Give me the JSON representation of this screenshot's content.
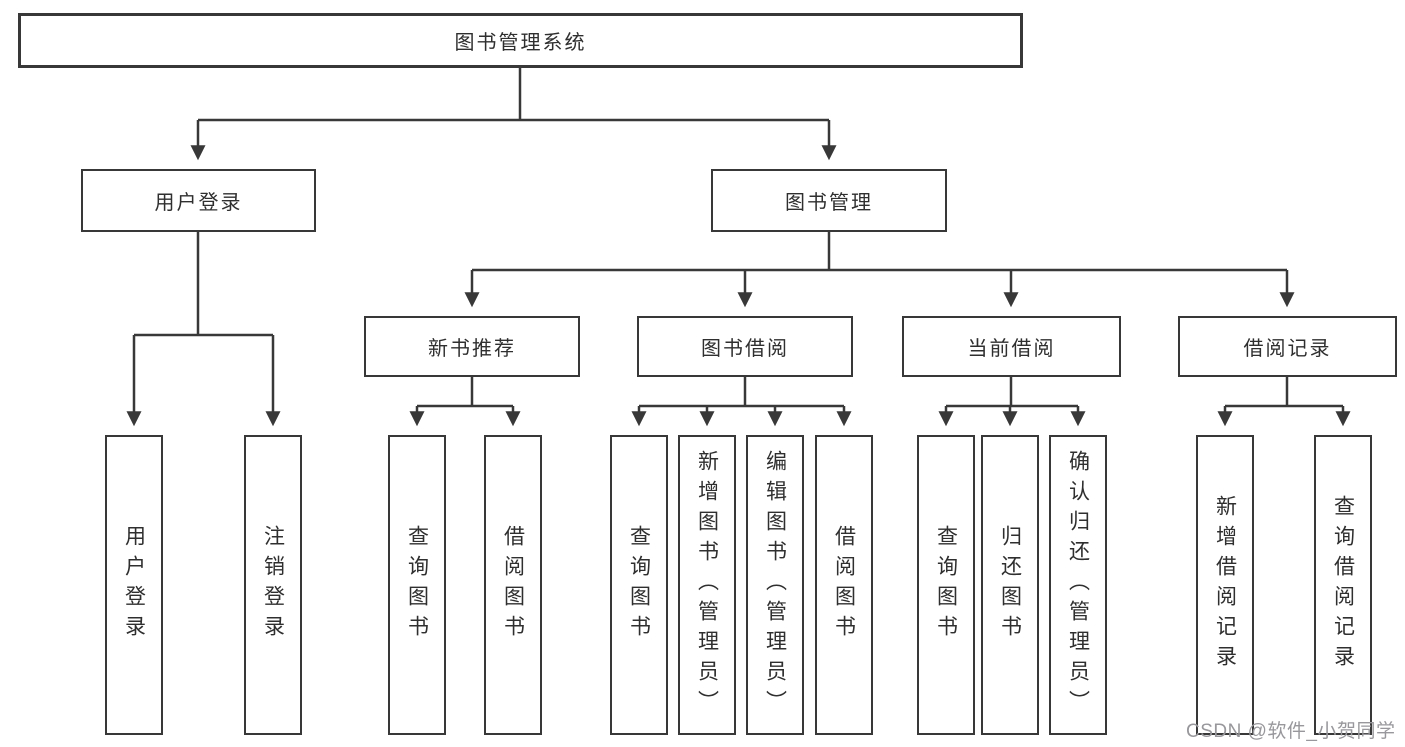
{
  "tree": {
    "label": "图书管理系统",
    "children": [
      {
        "label": "用户登录",
        "children": [
          {
            "label": "用户登录"
          },
          {
            "label": "注销登录"
          }
        ]
      },
      {
        "label": "图书管理",
        "children": [
          {
            "label": "新书推荐",
            "children": [
              {
                "label": "查询图书"
              },
              {
                "label": "借阅图书"
              }
            ]
          },
          {
            "label": "图书借阅",
            "children": [
              {
                "label": "查询图书"
              },
              {
                "label": "新增图书（管理员）"
              },
              {
                "label": "编辑图书（管理员）"
              },
              {
                "label": "借阅图书"
              }
            ]
          },
          {
            "label": "当前借阅",
            "children": [
              {
                "label": "查询图书"
              },
              {
                "label": "归还图书"
              },
              {
                "label": "确认归还（管理员）"
              }
            ]
          },
          {
            "label": "借阅记录",
            "children": [
              {
                "label": "新增借阅记录"
              },
              {
                "label": "查询借阅记录"
              }
            ]
          }
        ]
      }
    ]
  },
  "watermark": {
    "text": "CSDN @软件_小贺同学"
  },
  "colors": {
    "line": "#383838",
    "box_border": "#383838",
    "box_background": "#ffffff",
    "text": "#2f2f2f",
    "watermark": "#98989c",
    "page_background": "#ffffff"
  }
}
